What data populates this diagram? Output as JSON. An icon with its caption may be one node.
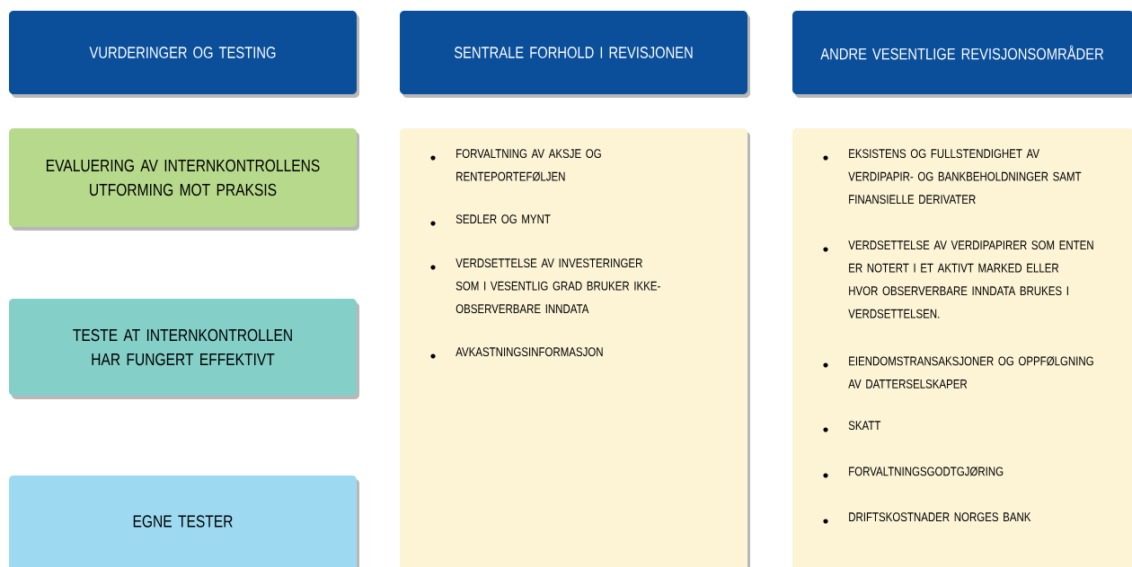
{
  "diagram": {
    "nodes": [
      {
        "text": [
          "VURDERINGER OG TESTING"
        ]
      },
      {
        "text": [
          "SENTRALE FORHOLD I REVISJONEN"
        ]
      },
      {
        "text": [
          "ANDRE VESENTLIGE REVISJONSOMRÅDER"
        ]
      },
      {
        "text": [
          "EVALUERING AV INTERNKONTROLLENS UTFORMING MOT PRAKSIS"
        ]
      },
      {
        "text": [
          "FORVALTNING AV AKSJE OG RENTEPORTEFØLJEN",
          "SEDLER OG MYNT",
          "VERDSETTELSE AV INVESTERINGER SOM I VESENTLIG GRAD BRUKER IKKE-OBSERVERBARE INNDATA",
          "AVKASTNINGSINFORMASJON"
        ]
      },
      {
        "text": [
          "EKSISTENS OG FULLSTENDIGHET AV VERDIPAPIR- OG BANKBEHOLDNINGER SAMT FINANSIELLE DERIVATER",
          "VERDSETTELSE AV VERDIPAPIRER SOM ENTEN ER NOTERT I ET AKTIVT MARKED ELLER HVOR OBSERVERBARE INNDATA BRUKES I VERDSETTELSEN.",
          "EIENDOMSTRANSAKSJONER OG OPPFØLGNING AV DATTERSELSKAPER",
          "SKATT",
          "FORVALTNINGSGODTGJØRING",
          "DRIFTSKOSTNADER NORGES BANK"
        ]
      },
      {
        "text": [
          "TESTE AT INTERNKONTROLLEN HAR FUNGERT EFFEKTIVT"
        ]
      },
      {
        "text": [
          "EGNE TESTER"
        ]
      }
    ]
  }
}
